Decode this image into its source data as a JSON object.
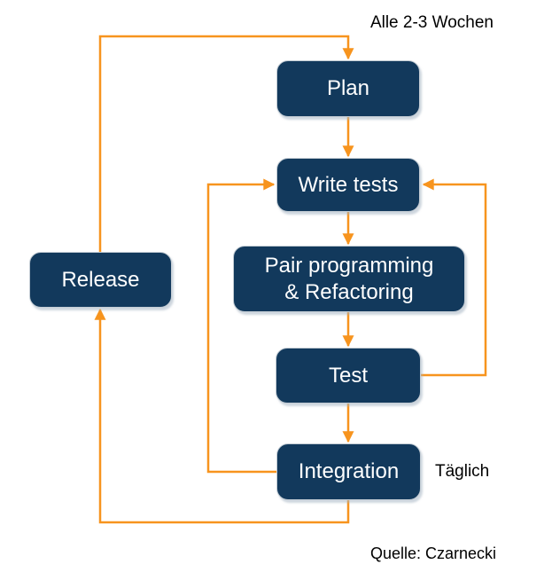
{
  "title": "XP development cycle diagram",
  "colors": {
    "node_fill": "#12395c",
    "node_text": "#ffffff",
    "arrow": "#f7941e",
    "annotation_text": "#000000",
    "background": "#ffffff"
  },
  "nodes": {
    "plan": {
      "label": "Plan"
    },
    "write_tests": {
      "label": "Write tests"
    },
    "pair": {
      "label": "Pair programming\n& Refactoring"
    },
    "test": {
      "label": "Test"
    },
    "integration": {
      "label": "Integration"
    },
    "release": {
      "label": "Release"
    }
  },
  "edges": [
    {
      "from": "release",
      "to": "plan"
    },
    {
      "from": "plan",
      "to": "write_tests"
    },
    {
      "from": "write_tests",
      "to": "pair"
    },
    {
      "from": "pair",
      "to": "test"
    },
    {
      "from": "test",
      "to": "integration"
    },
    {
      "from": "test",
      "to": "write_tests"
    },
    {
      "from": "integration",
      "to": "write_tests"
    },
    {
      "from": "integration",
      "to": "release"
    }
  ],
  "annotations": {
    "cycle_weeks": "Alle 2-3 Wochen",
    "daily": "Täglich",
    "source": "Quelle: Czarnecki"
  }
}
